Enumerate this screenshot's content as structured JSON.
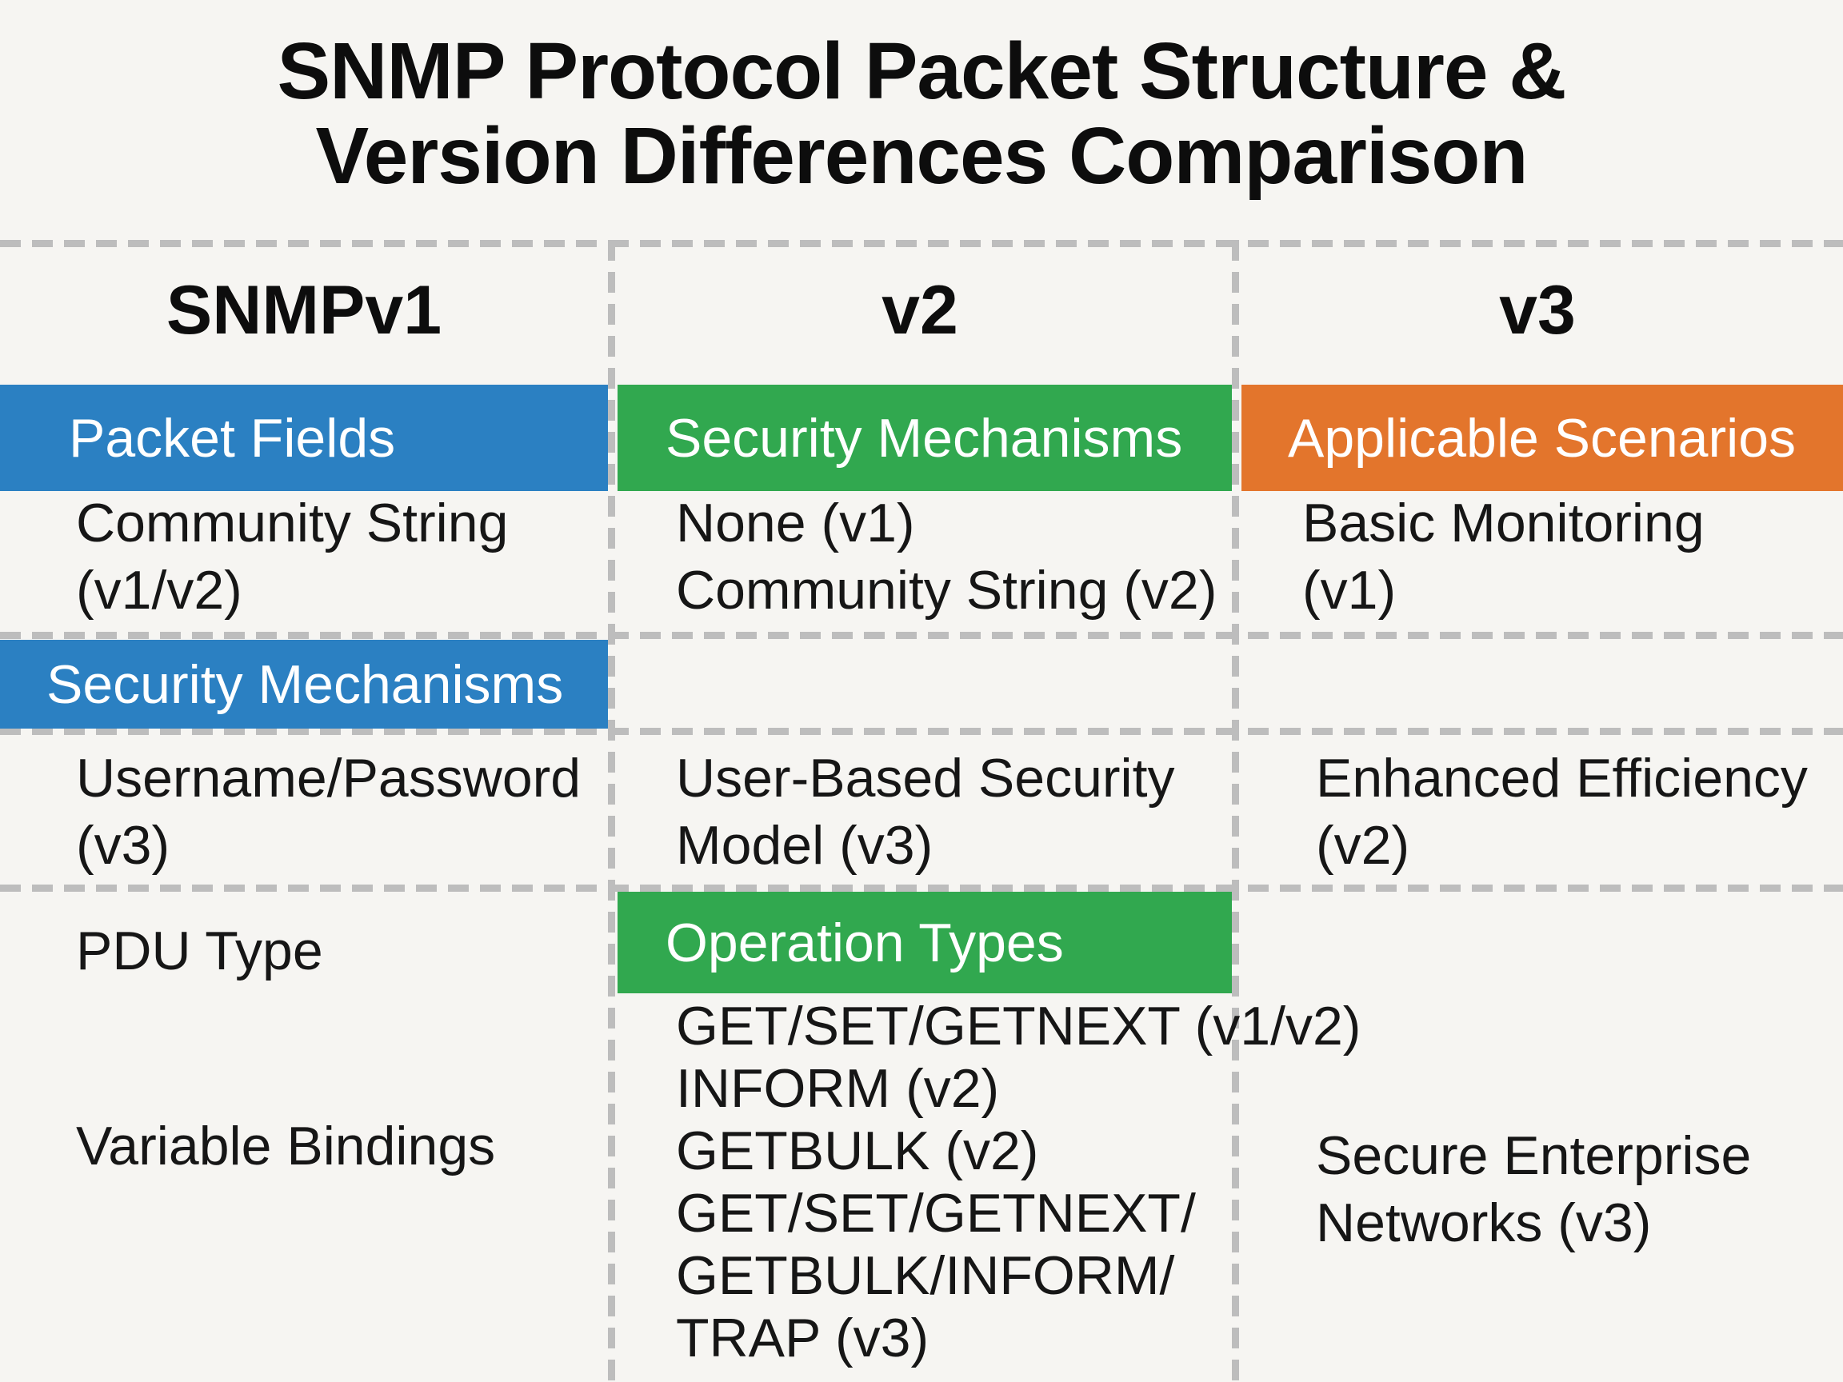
{
  "title": {
    "line1": "SNMP Protocol Packet Structure &",
    "line2": "Version Differences Comparison"
  },
  "colors": {
    "background": "#f6f5f2",
    "blue_band": "#2b80c2",
    "green_band": "#31a84f",
    "orange_band": "#e3752c",
    "dashed_grid": "#bdbdbd",
    "band_text": "#ffffff",
    "body_text": "#161616"
  },
  "table": {
    "column_headers": [
      "SNMPv1",
      "v2",
      "v3"
    ],
    "bands": {
      "packet_fields": "Packet Fields",
      "security_mechanisms_green": "Security Mechanisms",
      "applicable_scenarios": "Applicable Scenarios",
      "security_mechanisms_blue": "Security Mechanisms",
      "operation_types": "Operation Types"
    },
    "cells": {
      "community_string": [
        "Community String",
        "(v1/v2)"
      ],
      "none_community": [
        "None (v1)",
        "Community String (v2)"
      ],
      "basic_monitoring": [
        "Basic Monitoring",
        "(v1)"
      ],
      "username_password": [
        "Username/Password",
        "(v3)"
      ],
      "user_based_security": [
        "User-Based Security",
        "Model (v3)"
      ],
      "enhanced_efficiency": [
        "Enhanced Efficiency",
        "(v2)"
      ],
      "pdu_type": [
        "PDU Type"
      ],
      "operations": [
        "GET/SET/GETNEXT (v1/v2)",
        "INFORM (v2)",
        "GETBULK (v2)",
        "GET/SET/GETNEXT/",
        "GETBULK/INFORM/",
        "TRAP (v3)"
      ],
      "variable_bindings": [
        "Variable Bindings"
      ],
      "secure_enterprise": [
        "Secure Enterprise",
        "Networks (v3)"
      ]
    }
  }
}
